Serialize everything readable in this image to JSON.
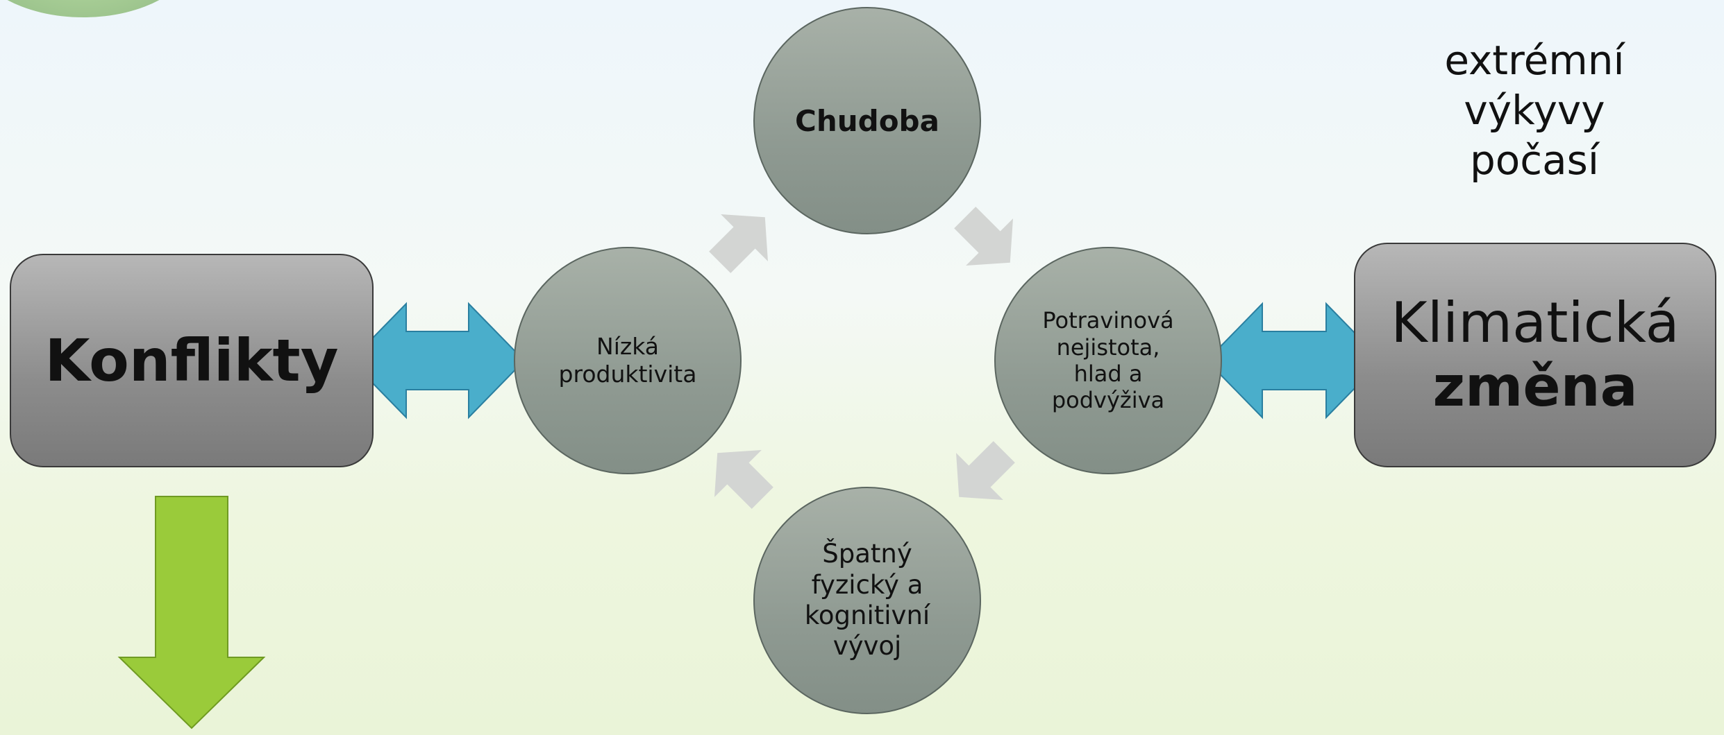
{
  "nodes": {
    "konflikty": "Konflikty",
    "klimaticka_line1": "Klimatická",
    "klimaticka_line2": "změna",
    "chudoba": "Chudoba",
    "nizka_produktivita": "Nízká\nproduktivita",
    "potravinova": "Potravinová\nnejistota,\nhlad a\npodvýživa",
    "spatny_vyvoj": "Špatný\nfyzický a\nkognitivní\nvývoj"
  },
  "annotation": "extrémní\nvýkyvy\npočasí",
  "colors": {
    "double_arrow_fill": "#4aaecb",
    "double_arrow_stroke": "#2a7fa0",
    "down_arrow_fill": "#9acb3a",
    "down_arrow_stroke": "#6f9a22",
    "cycle_arrow_fill": "#d3d5d3"
  }
}
